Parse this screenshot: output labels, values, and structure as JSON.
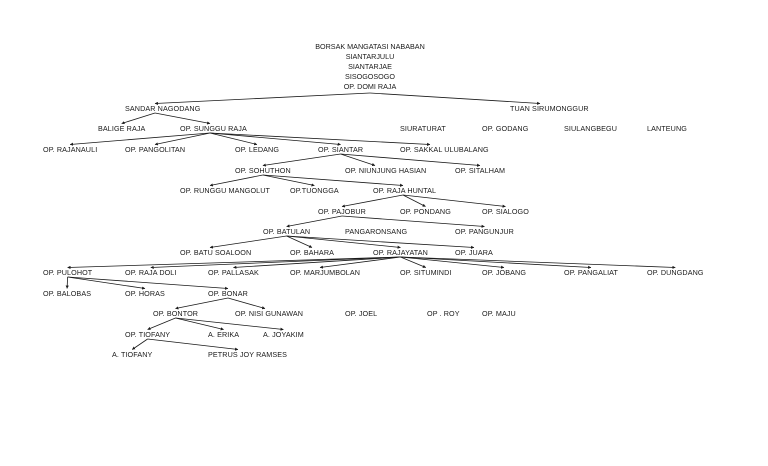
{
  "root": {
    "lines": [
      "BORSAK MANGATASI NABABAN",
      "SIANTARJULU",
      "SIANTARJAE",
      "SISOGOSOGO",
      "OP. DOMI RAJA"
    ]
  },
  "nodes": {
    "sandar_nagodang": "SANDAR NAGODANG",
    "tuan_sirumonggur": "TUAN SIRUMONGGUR",
    "baliga_raja": "BALIGE RAJA",
    "sunggu_raja": "OP. SUNGGU RAJA",
    "siuraturat": "SIURATURAT",
    "godang": "OP. GODANG",
    "siulangbegu": "SIULANGBEGU",
    "lanteung": "LANTEUNG",
    "rajanauli": "OP. RAJANAULI",
    "pangolitan": "OP. PANGOLITAN",
    "ledang": "OP. LEDANG",
    "siantar": "OP. SIANTAR",
    "sakkal": "OP. SAKKAL ULUBALANG",
    "sohuthon": "OP. SOHUTHON",
    "niunjung": "OP. NIUNJUNG HASIAN",
    "sitalham": "OP. SITALHAM",
    "runggu": "OP. RUNGGU MANGOLUT",
    "tuongga": "OP.TUONGGA",
    "raja_huntal": "OP. RAJA HUNTAL",
    "pajobur": "OP. PAJOBUR",
    "pondang": "OP. PONDANG",
    "sialogo": "OP. SIALOGO",
    "batulan": "OP. BATULAN",
    "pangaronsang": "PANGARONSANG",
    "pangunjur": "OP. PANGUNJUR",
    "batu_soaloon": "OP. BATU SOALOON",
    "bahara": "OP. BAHARA",
    "rajayatan": "OP. RAJAYATAN",
    "juara": "OP. JUARA",
    "pulohot": "OP. PULOHOT",
    "raja_doli": "OP. RAJA DOLI",
    "pallasak": "OP. PALLASAK",
    "marjumbolan": "OP. MARJUMBOLAN",
    "situmindi": "OP. SITUMINDI",
    "jobang": "OP. JOBANG",
    "pangaliat": "OP. PANGALIAT",
    "dungdang": "OP. DUNGDANG",
    "balobas": "OP. BALOBAS",
    "horas": "OP. HORAS",
    "bonar": "OP. BONAR",
    "bontor": "OP. BONTOR",
    "nisi": "OP. NISI GUNAWAN",
    "joel": "OP. JOEL",
    "roy": "OP . ROY",
    "maju": "OP. MAJU",
    "tiofany": "OP. TIOFANY",
    "erika": "A. ERIKA",
    "joyakim": "A. JOYAKIM",
    "a_tiofany": "A.   TIOFANY",
    "petrus": "PETRUS JOY RAMSES"
  },
  "edges": [
    [
      "root",
      "sandar_nagodang"
    ],
    [
      "root",
      "tuan_sirumonggur"
    ],
    [
      "sandar_nagodang",
      "baliga_raja"
    ],
    [
      "sandar_nagodang",
      "sunggu_raja"
    ],
    [
      "sunggu_raja",
      "rajanauli"
    ],
    [
      "sunggu_raja",
      "pangolitan"
    ],
    [
      "sunggu_raja",
      "ledang"
    ],
    [
      "sunggu_raja",
      "siantar"
    ],
    [
      "sunggu_raja",
      "sakkal"
    ],
    [
      "siantar",
      "sohuthon"
    ],
    [
      "siantar",
      "niunjung"
    ],
    [
      "siantar",
      "sitalham"
    ],
    [
      "sohuthon",
      "runggu"
    ],
    [
      "sohuthon",
      "tuongga"
    ],
    [
      "sohuthon",
      "raja_huntal"
    ],
    [
      "raja_huntal",
      "pajobur"
    ],
    [
      "raja_huntal",
      "pondang"
    ],
    [
      "raja_huntal",
      "sialogo"
    ],
    [
      "pajobur",
      "batulan"
    ],
    [
      "pajobur",
      "pangunjur"
    ],
    [
      "batulan",
      "batu_soaloon"
    ],
    [
      "batulan",
      "bahara"
    ],
    [
      "batulan",
      "rajayatan"
    ],
    [
      "batulan",
      "juara"
    ],
    [
      "rajayatan",
      "pulohot"
    ],
    [
      "rajayatan",
      "raja_doli"
    ],
    [
      "rajayatan",
      "pallasak"
    ],
    [
      "rajayatan",
      "marjumbolan"
    ],
    [
      "rajayatan",
      "situmindi"
    ],
    [
      "rajayatan",
      "jobang"
    ],
    [
      "rajayatan",
      "pangaliat"
    ],
    [
      "rajayatan",
      "dungdang"
    ],
    [
      "pulohot",
      "balobas"
    ],
    [
      "pulohot",
      "horas"
    ],
    [
      "pulohot",
      "bonar"
    ],
    [
      "bonar",
      "bontor"
    ],
    [
      "bonar",
      "nisi"
    ],
    [
      "bontor",
      "tiofany"
    ],
    [
      "bontor",
      "erika"
    ],
    [
      "bontor",
      "joyakim"
    ],
    [
      "tiofany",
      "a_tiofany"
    ],
    [
      "tiofany",
      "petrus"
    ]
  ],
  "colors": {
    "line": "#1a1a1a",
    "text": "#1a1a1a",
    "background": "#ffffff"
  }
}
